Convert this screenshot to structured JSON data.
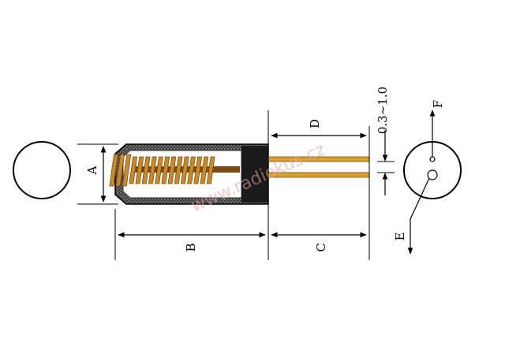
{
  "labels": {
    "A": "A",
    "B": "B",
    "C": "C",
    "D": "D",
    "E": "E",
    "F": "F",
    "gap": "0.3~1.0"
  },
  "watermark": "www.radiokus.cz",
  "colors": {
    "line": "#000000",
    "body_shell": "#2a2a2a",
    "body_dots": "#7a7a7a",
    "coil": "#c98a2a",
    "coil_dark": "#7a4a10",
    "lead": "#d8a030",
    "watermark": "#e8a0a0"
  }
}
